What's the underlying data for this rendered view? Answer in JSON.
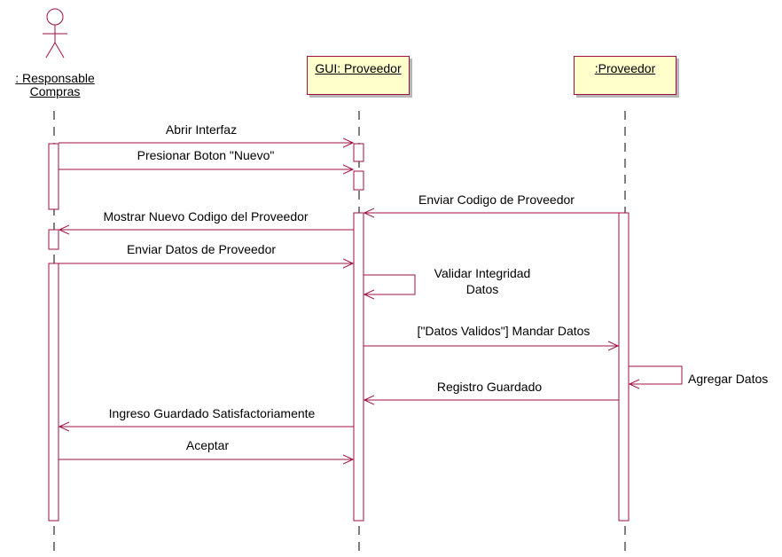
{
  "actor": {
    "name_line1": ": Responsable",
    "name_line2": "Compras"
  },
  "objects": {
    "gui": "GUI: Proveedor",
    "proveedor": ":Proveedor"
  },
  "messages": {
    "m1": "Abrir Interfaz",
    "m2": "Presionar Boton \"Nuevo\"",
    "m3": "Enviar Codigo de Proveedor",
    "m4": "Mostrar Nuevo Codigo del Proveedor",
    "m5": "Enviar Datos de Proveedor",
    "m6_line1": "Validar Integridad",
    "m6_line2": "Datos",
    "m7": "[\"Datos Validos\"] Mandar Datos",
    "m8": "Agregar Datos",
    "m9": "Registro Guardado",
    "m10": "Ingreso Guardado Satisfactoriamente",
    "m11": "Aceptar"
  },
  "colors": {
    "line": "#a01040",
    "object_fill": "#ffffcc"
  }
}
